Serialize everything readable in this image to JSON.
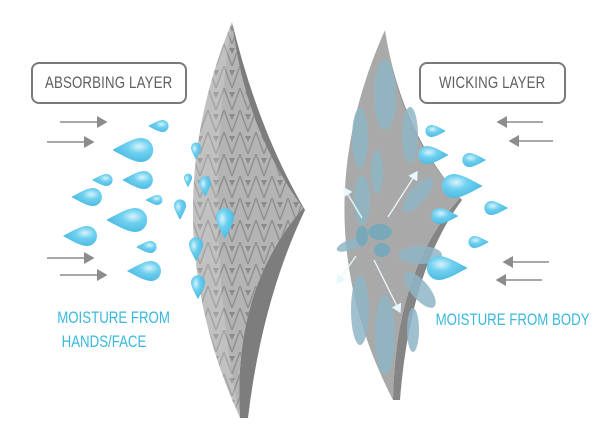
{
  "labels": {
    "absorbing_layer": "ABSORBING LAYER",
    "wicking_layer": "WICKING LAYER",
    "moisture_hands_line1": "MOISTURE FROM",
    "moisture_hands_line2": "HANDS/FACE",
    "moisture_body": "MOISTURE FROM BODY"
  },
  "colors": {
    "drop_blue": "#5cc6e8",
    "text_blue": "#3ab8dc",
    "fabric_gray": "#a9a9a9",
    "edge_gray": "#8a8a8a",
    "arrow_gray": "#8c8c8c"
  }
}
